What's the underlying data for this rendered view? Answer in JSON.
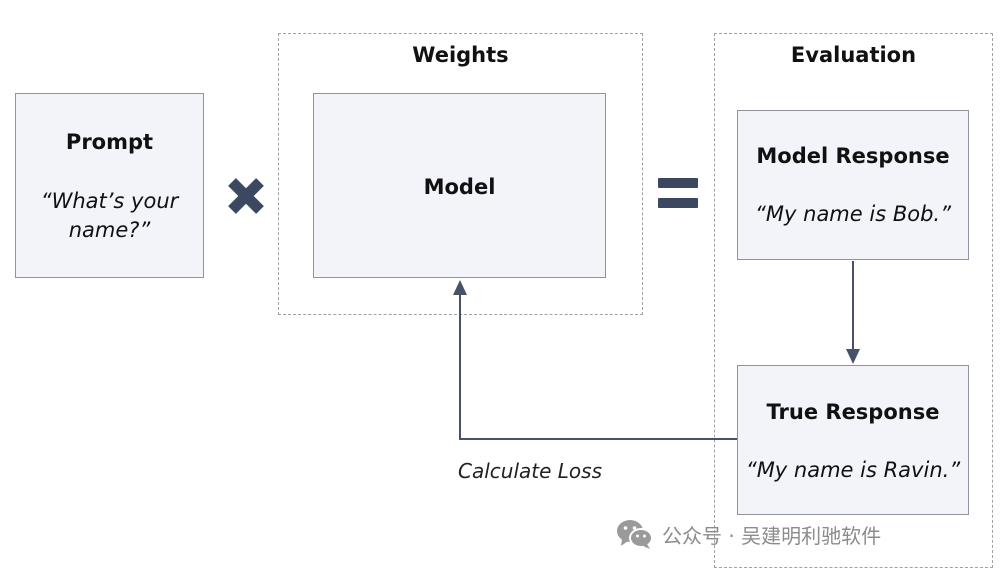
{
  "prompt": {
    "title": "Prompt",
    "quote": "“What’s your name?”"
  },
  "weights": {
    "title": "Weights",
    "model_label": "Model"
  },
  "evaluation": {
    "title": "Evaluation",
    "model_response": {
      "title": "Model Response",
      "quote": "“My name is Bob.”"
    },
    "true_response": {
      "title": "True Response",
      "quote": "“My name is Ravin.”"
    }
  },
  "operators": {
    "multiply": "times-icon",
    "equals": "equals-icon"
  },
  "loss_label": "Calculate Loss",
  "watermark": {
    "icon": "wechat-icon",
    "text": "公众号 · 吴建明利驰软件"
  },
  "colors": {
    "box_fill": "#f3f4f9",
    "box_border": "#8f939c",
    "arrow": "#46516a",
    "operator": "#3c4860",
    "watermark": "#8c8c8c"
  }
}
